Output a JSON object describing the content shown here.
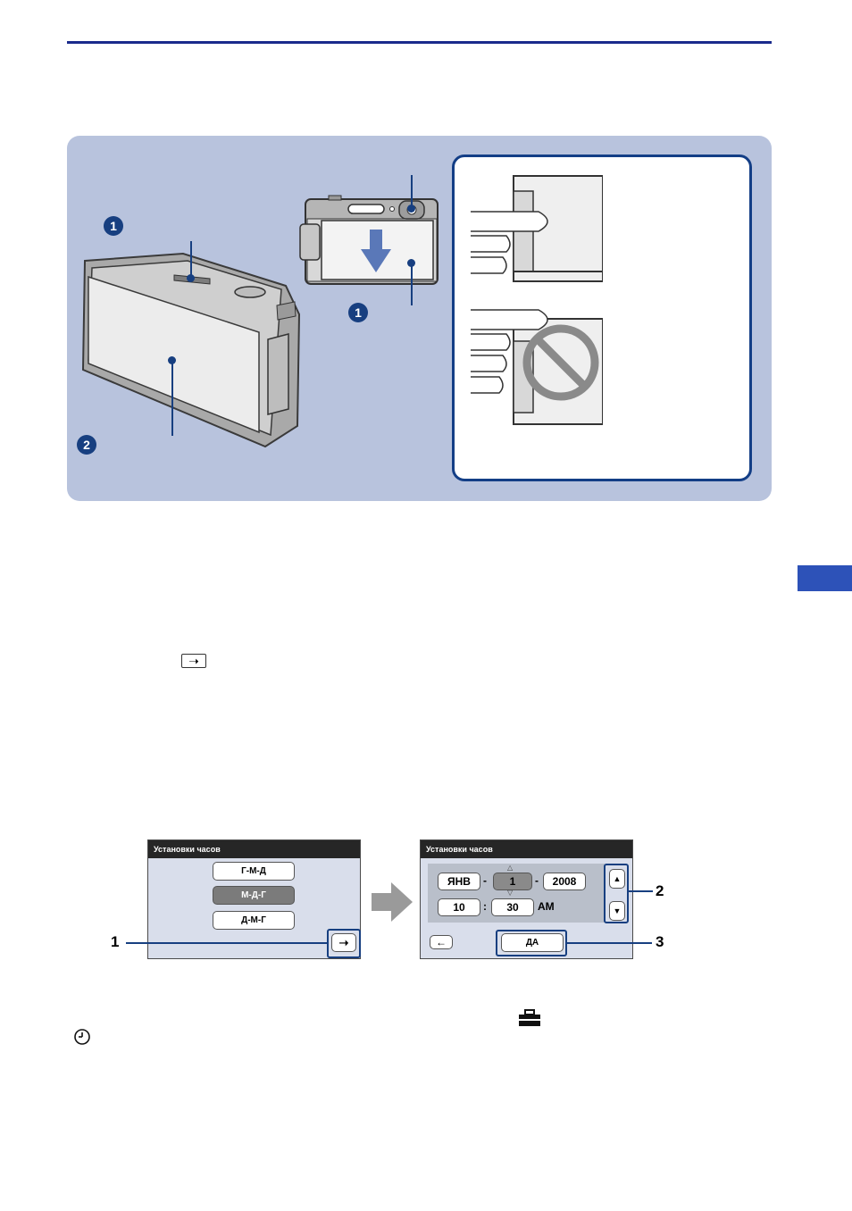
{
  "illustration": {
    "step_badges": [
      "1",
      "1",
      "2"
    ]
  },
  "screens": {
    "left": {
      "title": "Установки часов",
      "options": [
        "Г-М-Д",
        "М-Д-Г",
        "Д-М-Г"
      ],
      "selected": "М-Д-Г"
    },
    "right": {
      "title": "Установки часов",
      "month": "ЯНВ",
      "day": "1",
      "year": "2008",
      "hour": "10",
      "minute": "30",
      "ampm": "AM",
      "dash": "-",
      "colon": ":",
      "ok_label": "ДА"
    },
    "callouts": [
      "1",
      "2",
      "3"
    ]
  },
  "colors": {
    "accent": "#173f80",
    "panel": "#b8c3dd",
    "side_tab": "#2d52b8"
  }
}
